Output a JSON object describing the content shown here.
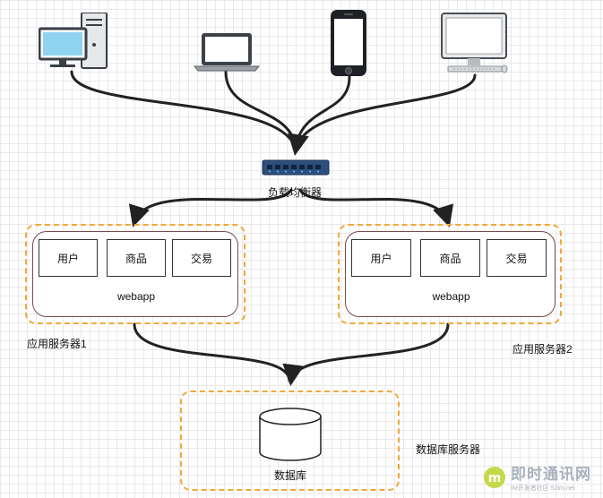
{
  "load_balancer": {
    "label": "负载均衡器"
  },
  "servers": [
    {
      "label": "应用服务器1",
      "webapp_label": "webapp",
      "modules": [
        "用户",
        "商品",
        "交易"
      ]
    },
    {
      "label": "应用服务器2",
      "webapp_label": "webapp",
      "modules": [
        "用户",
        "商品",
        "交易"
      ]
    }
  ],
  "database": {
    "server_label": "数据库服务器",
    "db_label": "数据库"
  },
  "clients": [
    "desktop-tower-icon",
    "laptop-icon",
    "smartphone-icon",
    "monitor-icon"
  ],
  "watermark": {
    "text_cn": "即时通讯网",
    "text_en": "IM开发者社区 52im.net"
  },
  "colors": {
    "dashed_frame": "#f0a93a",
    "webapp_frame": "#7c4a4a",
    "arrow": "#222222",
    "switch": "#2c4f7c"
  }
}
